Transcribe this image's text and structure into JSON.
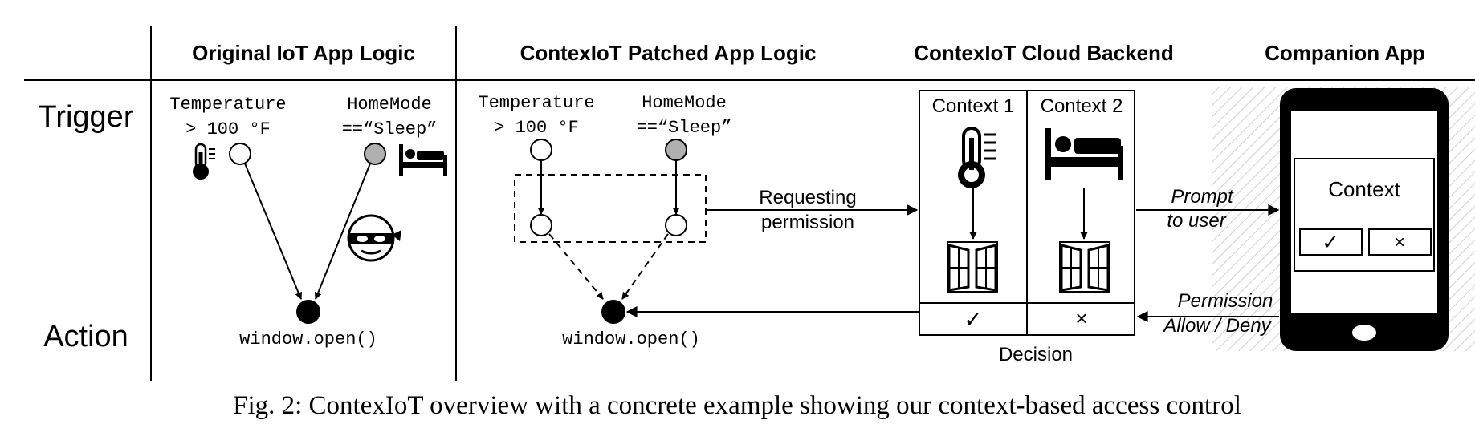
{
  "headers": {
    "original": "Original IoT App Logic",
    "patched": "ContexIoT Patched App Logic",
    "cloud": "ContexIoT Cloud Backend",
    "companion": "Companion App"
  },
  "rows": {
    "trigger": "Trigger",
    "action": "Action"
  },
  "original": {
    "temp_label": "Temperature",
    "temp_cond": "> 100 °F",
    "mode_label": "HomeMode",
    "mode_cond": "==“Sleep”",
    "action": "window.open()"
  },
  "patched": {
    "temp_label": "Temperature",
    "temp_cond": "> 100 °F",
    "mode_label": "HomeMode",
    "mode_cond": "==“Sleep”",
    "action": "window.open()",
    "request_line1": "Requesting",
    "request_line2": "permission"
  },
  "cloud": {
    "context1": "Context 1",
    "context2": "Context 2",
    "decision1": "✓",
    "decision2": "×",
    "decision_label": "Decision"
  },
  "companion": {
    "prompt_line1": "Prompt",
    "prompt_line2": "to user",
    "context_title": "Context",
    "allow_symbol": "✓",
    "deny_symbol": "×",
    "perm_line1": "Permission",
    "perm_line2": "Allow / Deny"
  },
  "caption": "Fig. 2: ContexIoT overview with a concrete example showing our context-based access control"
}
